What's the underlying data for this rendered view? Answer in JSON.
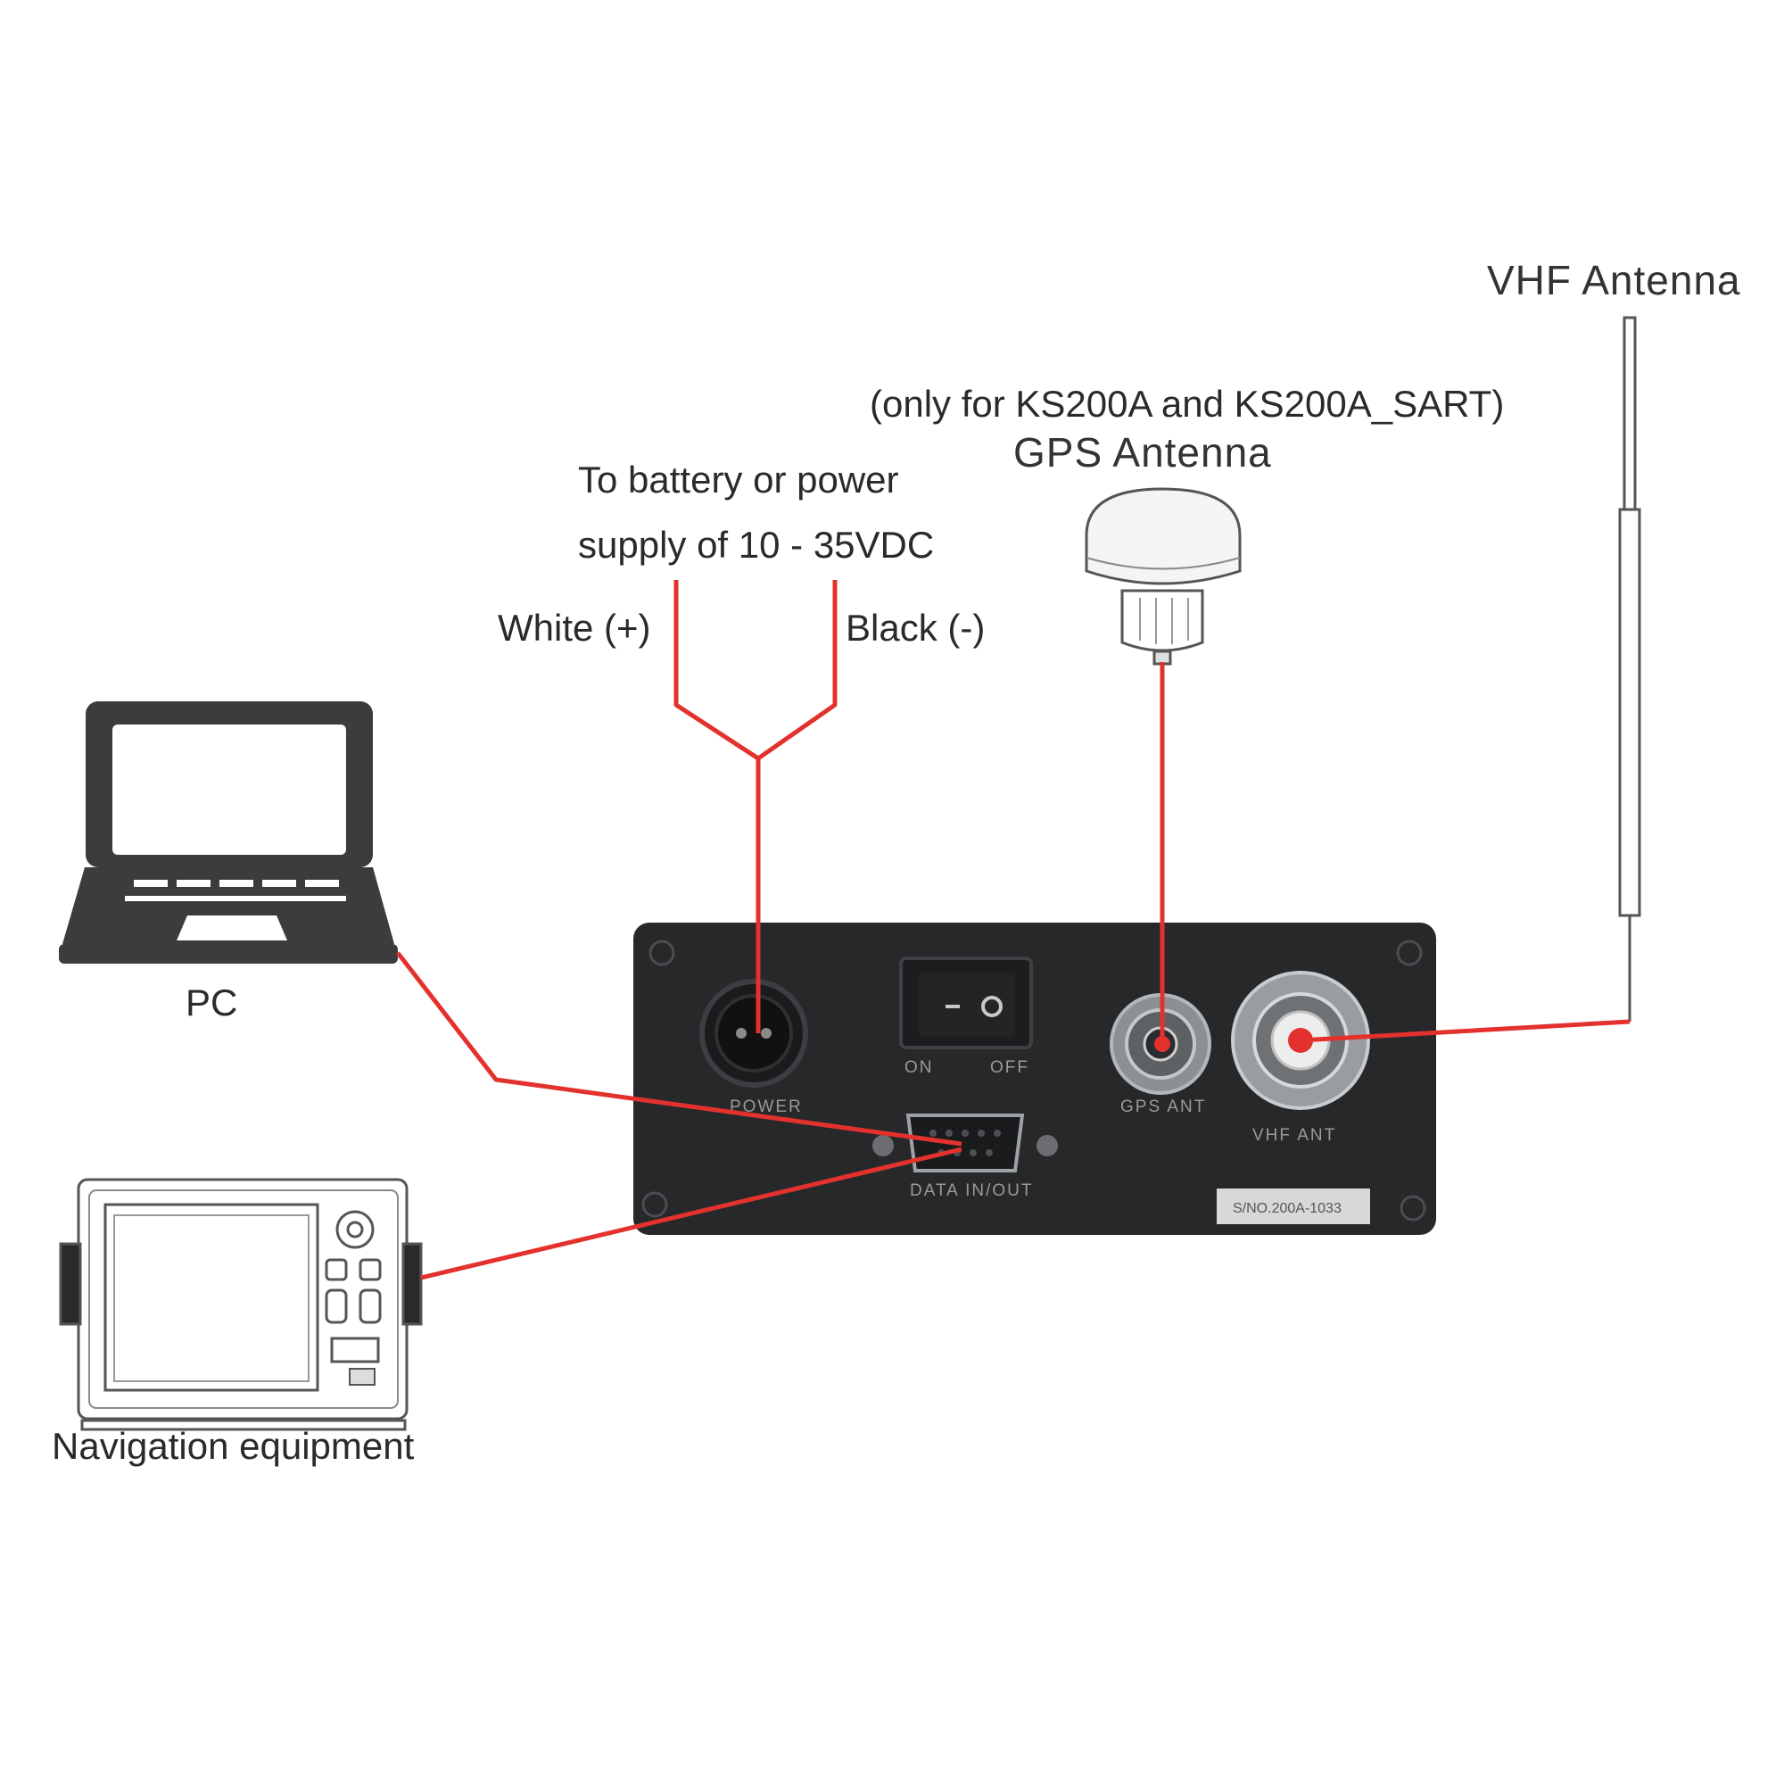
{
  "labels": {
    "vhf_antenna": "VHF Antenna",
    "gps_note": "(only for KS200A and KS200A_SART)",
    "gps_antenna": "GPS Antenna",
    "power_line1": "To battery or power",
    "power_line2": "supply of 10 - 35VDC",
    "white_wire": "White (+)",
    "black_wire": "Black (-)",
    "pc": "PC",
    "navigation": "Navigation equipment"
  },
  "panel": {
    "power": "POWER",
    "on": "ON",
    "off": "OFF",
    "gps_ant": "GPS ANT",
    "vhf_ant": "VHF ANT",
    "data": "DATA IN/OUT",
    "serial": "S/NO.200A-1033"
  },
  "colors": {
    "wire": "#e3312d",
    "device_body": "#26282a",
    "outline": "#555555"
  },
  "icons": [
    "laptop-icon",
    "chart-plotter-icon",
    "gps-antenna-icon",
    "vhf-antenna-icon",
    "ais-transponder-icon"
  ]
}
